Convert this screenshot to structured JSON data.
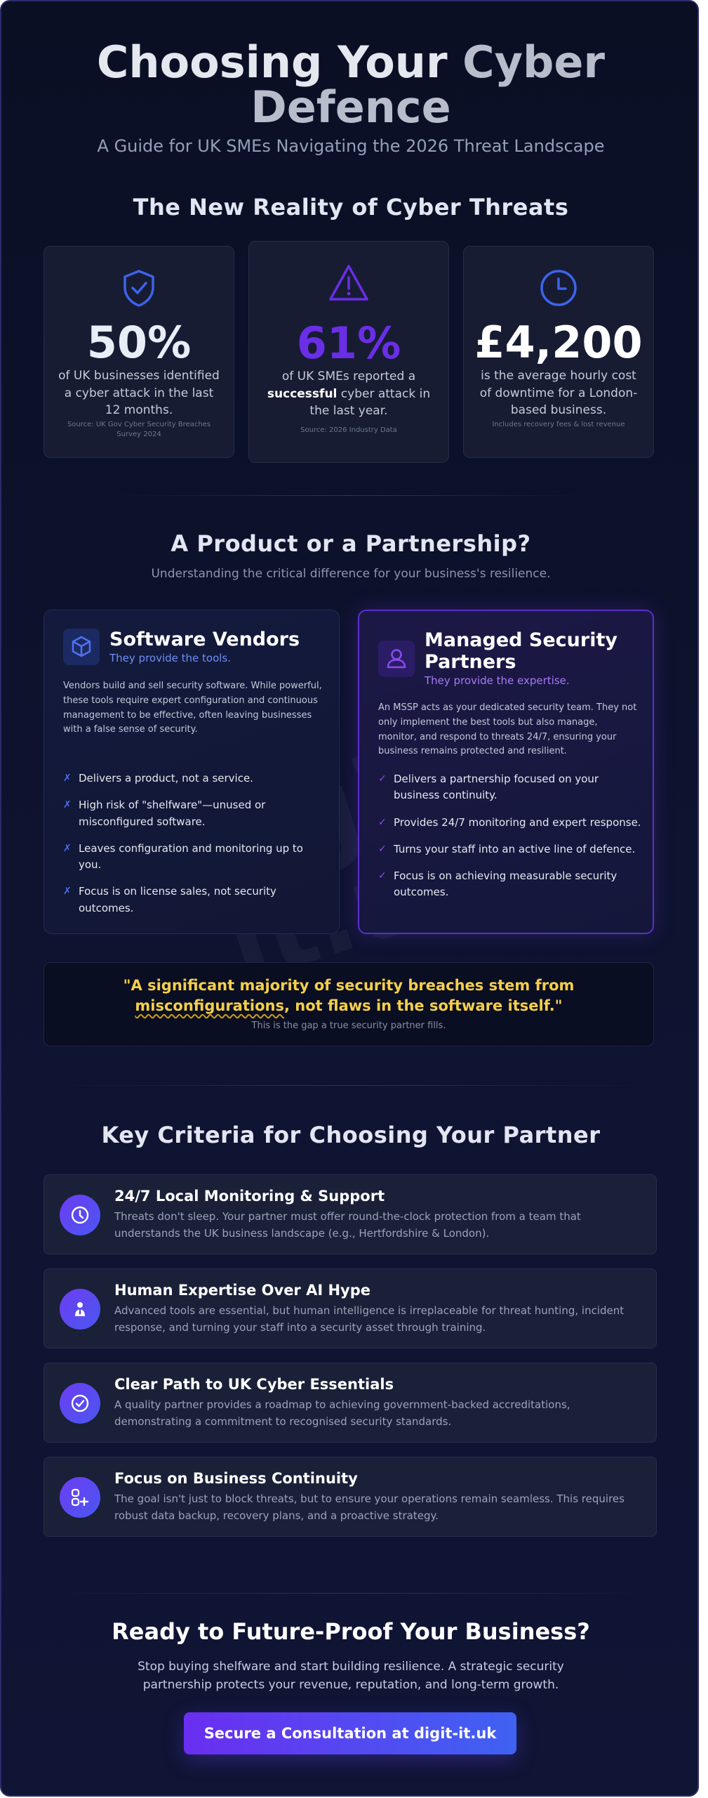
{
  "watermark": "digit-it.uk",
  "hero": {
    "title_main": "Choosing Your",
    "title_fade": "Cyber Defence",
    "subtitle": "A Guide for UK SMEs Navigating the 2026 Threat Landscape"
  },
  "threats": {
    "title": "The New Reality of Cyber Threats",
    "stats": [
      {
        "icon": "shield-check-icon",
        "value": "50%",
        "color": "#e9edf6",
        "desc": "of UK businesses identified a cyber attack in the last 12 months.",
        "source": "Source: UK Gov Cyber Security Breaches Survey 2024"
      },
      {
        "icon": "warning-triangle-icon",
        "value": "61%",
        "color": "#6a2ee6",
        "desc_before": "of UK SMEs reported a",
        "desc_bold": "successful",
        "desc_after": "cyber attack in the last year.",
        "source": "Source: 2026 Industry Data"
      },
      {
        "icon": "clock-icon",
        "value": "£4,200",
        "color": "#ffffff",
        "desc": "is the average hourly cost of downtime for a London-based business.",
        "source": "Includes recovery fees & lost revenue"
      }
    ]
  },
  "compare": {
    "title": "A Product or a Partnership?",
    "subtitle": "Understanding the critical difference for your business's resilience.",
    "vendor": {
      "icon": "cube-icon",
      "title": "Software Vendors",
      "tagline": "They provide the tools.",
      "body": "Vendors build and sell security software. While powerful, these tools require expert configuration and continuous management to be effective, often leaving businesses with a false sense of security.",
      "mark": "✗",
      "points": [
        "Delivers a product, not a service.",
        "High risk of \"shelfware\"—unused or misconfigured software.",
        "Leaves configuration and monitoring up to you.",
        "Focus is on license sales, not security outcomes."
      ]
    },
    "mssp": {
      "icon": "user-icon",
      "title": "Managed Security Partners",
      "tagline": "They provide the expertise.",
      "body": "An MSSP acts as your dedicated security team. They not only implement the best tools but also manage, monitor, and respond to threats 24/7, ensuring your business remains protected and resilient.",
      "mark": "✓",
      "points": [
        "Delivers a partnership focused on your business continuity.",
        "Provides 24/7 monitoring and expert response.",
        "Turns your staff into an active line of defence.",
        "Focus is on achieving measurable security outcomes."
      ]
    }
  },
  "quote": {
    "line1": "\"A significant majority of security breaches stem from",
    "squiggle": "misconfigurations",
    "line2_rest": ", not flaws in the software itself.\"",
    "sub": "This is the gap a true security partner fills."
  },
  "criteria": {
    "title": "Key Criteria for Choosing Your Partner",
    "items": [
      {
        "icon": "clock-icon",
        "title": "24/7 Local Monitoring & Support",
        "desc": "Threats don't sleep. Your partner must offer round-the-clock protection from a team that understands the UK business landscape (e.g., Hertfordshire & London)."
      },
      {
        "icon": "user-tie-icon",
        "title": "Human Expertise Over AI Hype",
        "desc": "Advanced tools are essential, but human intelligence is irreplaceable for threat hunting, incident response, and turning your staff into a security asset through training."
      },
      {
        "icon": "check-circle-icon",
        "title": "Clear Path to UK Cyber Essentials",
        "desc": "A quality partner provides a roadmap to achieving government-backed accreditations, demonstrating a commitment to recognised security standards."
      },
      {
        "icon": "continuity-icon",
        "title": "Focus on Business Continuity",
        "desc": "The goal isn't just to block threats, but to ensure your operations remain seamless. This requires robust data backup, recovery plans, and a proactive strategy."
      }
    ]
  },
  "cta": {
    "title": "Ready to Future-Proof Your Business?",
    "subtitle": "Stop buying shelfware and start building resilience. A strategic security partnership protects your revenue, reputation, and long-term growth.",
    "button": "Secure a Consultation at digit-it.uk"
  }
}
